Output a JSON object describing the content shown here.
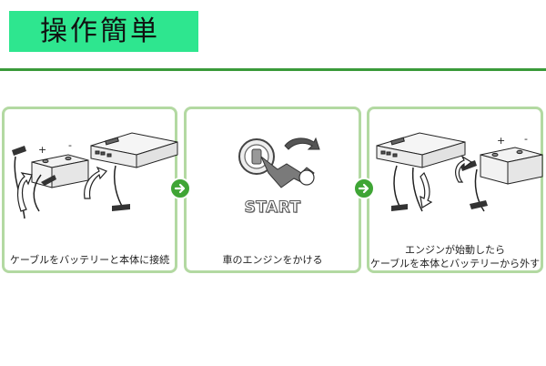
{
  "header": {
    "title": "操作簡単"
  },
  "steps": [
    {
      "caption": "ケーブルをバッテリーと本体に接続"
    },
    {
      "caption": "車のエンジンをかける",
      "start_label": "START"
    },
    {
      "caption_line1": "エンジンが始動したら",
      "caption_line2": "ケーブルを本体とバッテリーから外す"
    }
  ],
  "icons": {
    "step_arrow": "right-arrow-circle",
    "battery": "car-battery-icon",
    "jump_starter": "jump-starter-icon",
    "key": "ignition-key-icon"
  },
  "colors": {
    "title_bg": "#2ee68f",
    "rule": "#3a9a3a",
    "panel_border": "#b3d9a2",
    "arrow": "#3fa535"
  }
}
